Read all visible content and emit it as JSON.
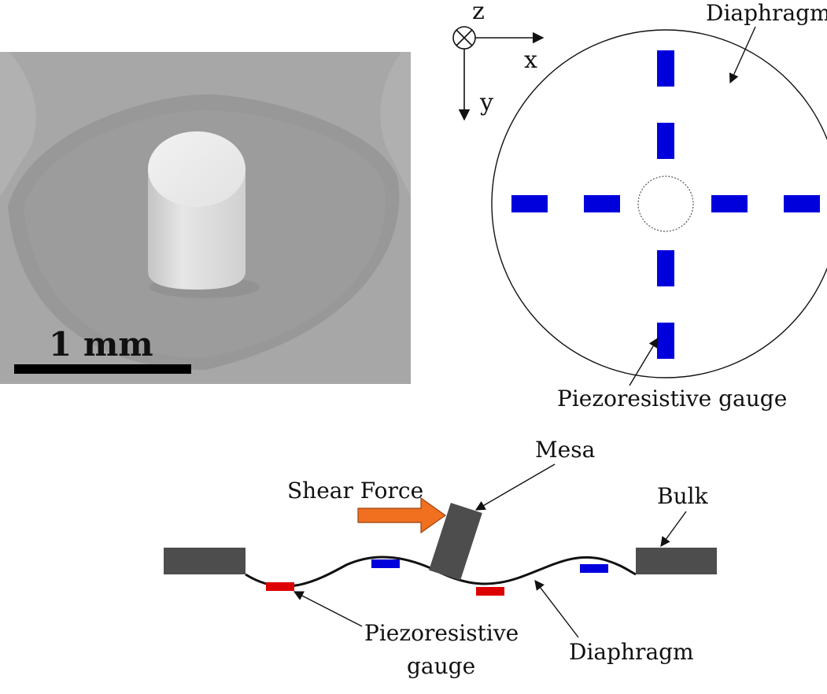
{
  "panel_a": {
    "scale_bar_label": "1 mm"
  },
  "panel_b": {
    "axis_z": "z",
    "axis_x": "x",
    "axis_y": "y",
    "diaphragm_label": "Diaphragm",
    "gauge_label": "Piezoresistive gauge",
    "gauge_color": "#0000dd"
  },
  "panel_c": {
    "mesa_label": "Mesa",
    "shear_force_label": "Shear Force",
    "bulk_label": "Bulk",
    "gauge_label_line1": "Piezoresistive",
    "gauge_label_line2": "gauge",
    "diaphragm_label": "Diaphragm",
    "arrow_color": "#f07020",
    "tension_gauge_color": "#0000dd",
    "compression_gauge_color": "#dd0000",
    "bulk_color": "#4d4d4d"
  }
}
